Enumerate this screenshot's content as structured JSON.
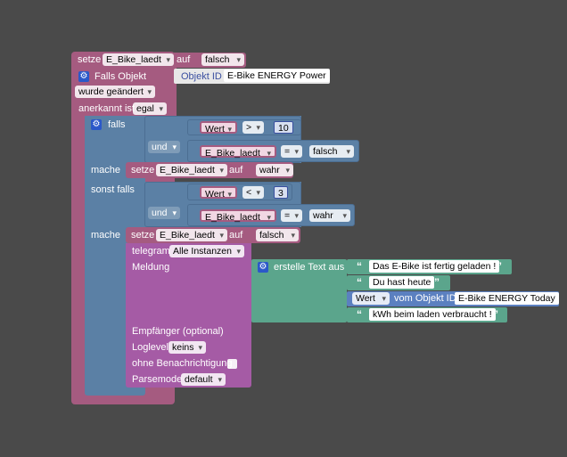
{
  "colors": {
    "background": "#4a4a4a",
    "variables": "#a55b80",
    "logic": "#5b80a5",
    "text": "#5ba58c",
    "messaging": "#a55ba5",
    "gear": "#2b58c9"
  },
  "top_set": {
    "label": "setze",
    "variable": "E_Bike_laedt",
    "to": "auf",
    "value": "falsch"
  },
  "trigger": {
    "gear_icon": "gear-icon",
    "label": "Falls Objekt",
    "object_label": "Objekt ID",
    "object_value": "E-Bike ENERGY  Power",
    "changed": "wurde geändert",
    "ack_label": "anerkannt ist",
    "ack_value": "egal"
  },
  "if_block": {
    "label_if": "falls",
    "and1": "und",
    "cond1": {
      "left": "Wert",
      "op": ">",
      "right": "10"
    },
    "cond2": {
      "left": "E_Bike_laedt",
      "op": "=",
      "right": "falsch"
    },
    "do1": "mache",
    "set1": {
      "label": "setze",
      "variable": "E_Bike_laedt",
      "to": "auf",
      "value": "wahr"
    },
    "elseif": "sonst falls",
    "and2": "und",
    "cond3": {
      "left": "Wert",
      "op": "<",
      "right": "3"
    },
    "cond4": {
      "left": "E_Bike_laedt",
      "op": "=",
      "right": "wahr"
    },
    "do2": "mache",
    "set2": {
      "label": "setze",
      "variable": "E_Bike_laedt",
      "to": "auf",
      "value": "falsch"
    }
  },
  "telegram": {
    "label": "telegram",
    "instance": "Alle Instanzen",
    "message_label": "Meldung",
    "recipient": "Empfänger (optional)",
    "loglevel_label": "Loglevel",
    "loglevel_value": "keins",
    "silent_label": "ohne Benachrichtigung",
    "parse_label": "Parsemode",
    "parse_value": "default"
  },
  "join": {
    "label": "erstelle Text aus",
    "t1": "Das E-Bike ist fertig geladen !",
    "t2": "Du hast heute",
    "val_label": "Wert",
    "val_from": "vom Objekt ID",
    "val_object": "E-Bike ENERGY  Today",
    "t3": "kWh beim laden verbraucht !"
  }
}
